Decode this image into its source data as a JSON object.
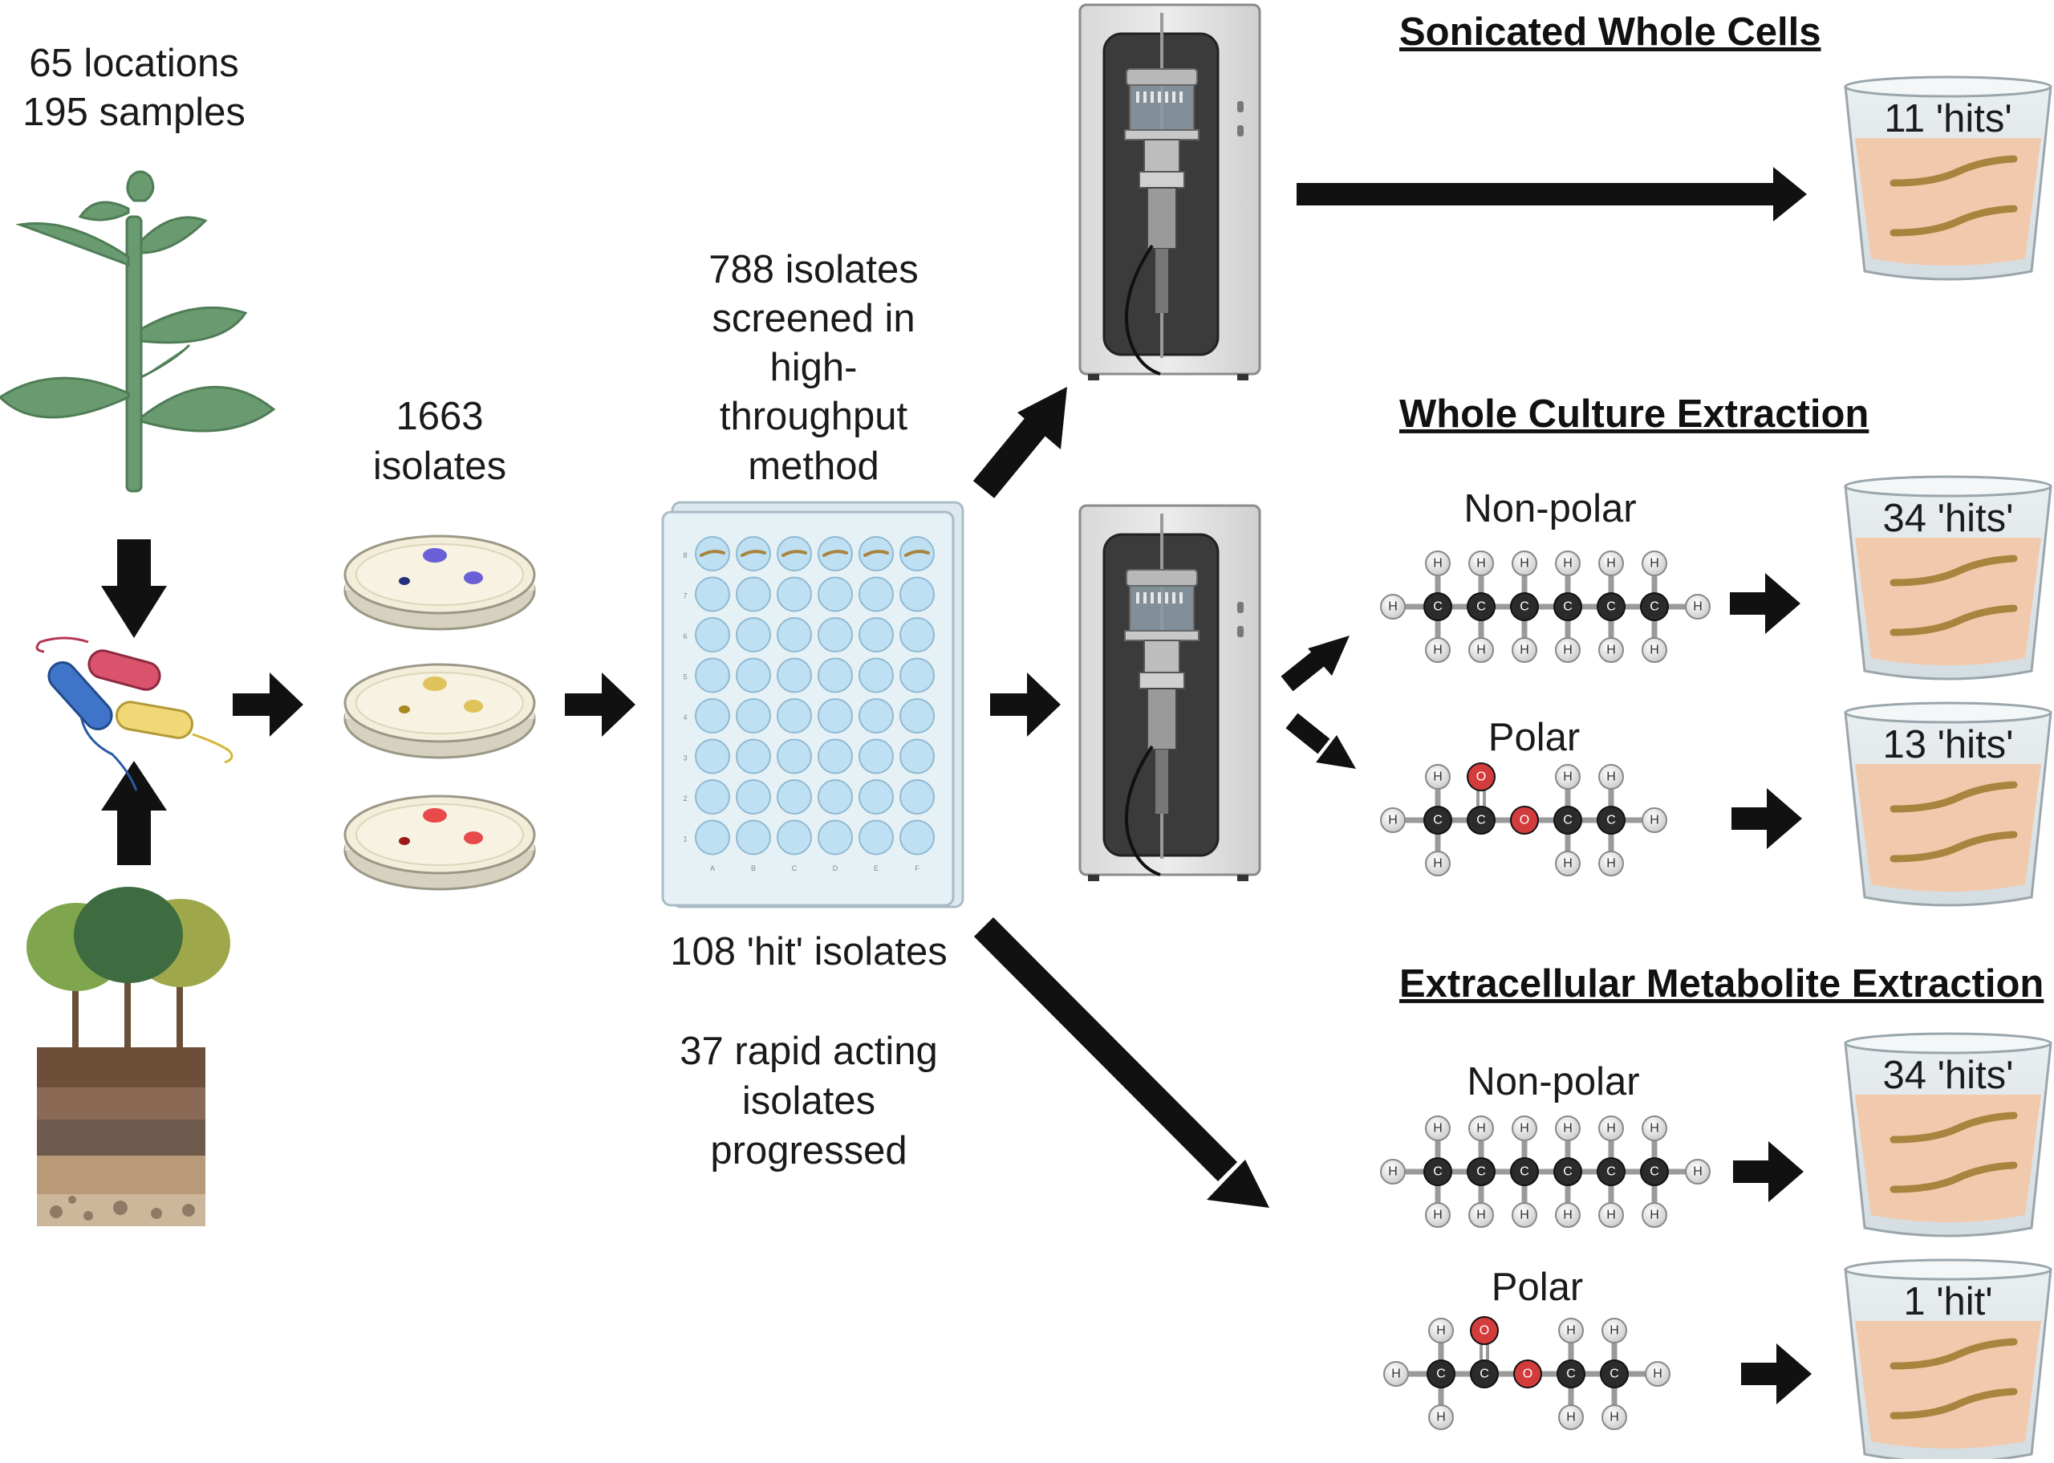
{
  "source": {
    "locations": "65 locations",
    "samples": "195 samples"
  },
  "isolates": {
    "count_line1": "1663",
    "count_line2": "isolates"
  },
  "screening": {
    "line1": "788 isolates",
    "line2": "screened in",
    "line3": "high-",
    "line4": "throughput",
    "line5": "method"
  },
  "plate": {
    "rows": [
      "8",
      "7",
      "6",
      "5",
      "4",
      "3",
      "2",
      "1"
    ],
    "cols": [
      "A",
      "B",
      "C",
      "D",
      "E",
      "F"
    ]
  },
  "hits_summary": {
    "hits": "108 'hit' isolates",
    "rapid_line1": "37 rapid acting",
    "rapid_line2": "isolates",
    "rapid_line3": "progressed"
  },
  "sections": {
    "sonicated": {
      "title": "Sonicated Whole Cells",
      "hits": "11 'hits'"
    },
    "whole_culture": {
      "title": "Whole Culture Extraction",
      "nonpolar_label": "Non-polar",
      "nonpolar_hits": "34 'hits'",
      "polar_label": "Polar",
      "polar_hits": "13 'hits'"
    },
    "extracellular": {
      "title": "Extracellular Metabolite Extraction",
      "nonpolar_label": "Non-polar",
      "nonpolar_hits": "34 'hits'",
      "polar_label": "Polar",
      "polar_hits": "1 'hit'"
    }
  },
  "atoms": {
    "h": "H",
    "c": "C",
    "o": "O"
  },
  "colors": {
    "arrow": "#111111",
    "leaf": "#6a9a70",
    "petri": "#f3eeda",
    "well": "#bfe0f3",
    "liquid": "#f1c9ad",
    "larva": "#a8843e",
    "oxygen": "#d33c3c",
    "carbon": "#2b2b2b"
  },
  "icons": [
    "plant-icon",
    "bacteria-icon",
    "soil-trees-icon",
    "petri-dish-icon",
    "well-plate-icon",
    "sonicator-icon",
    "cup-larvae-icon",
    "molecule-icon",
    "arrow-icon"
  ]
}
